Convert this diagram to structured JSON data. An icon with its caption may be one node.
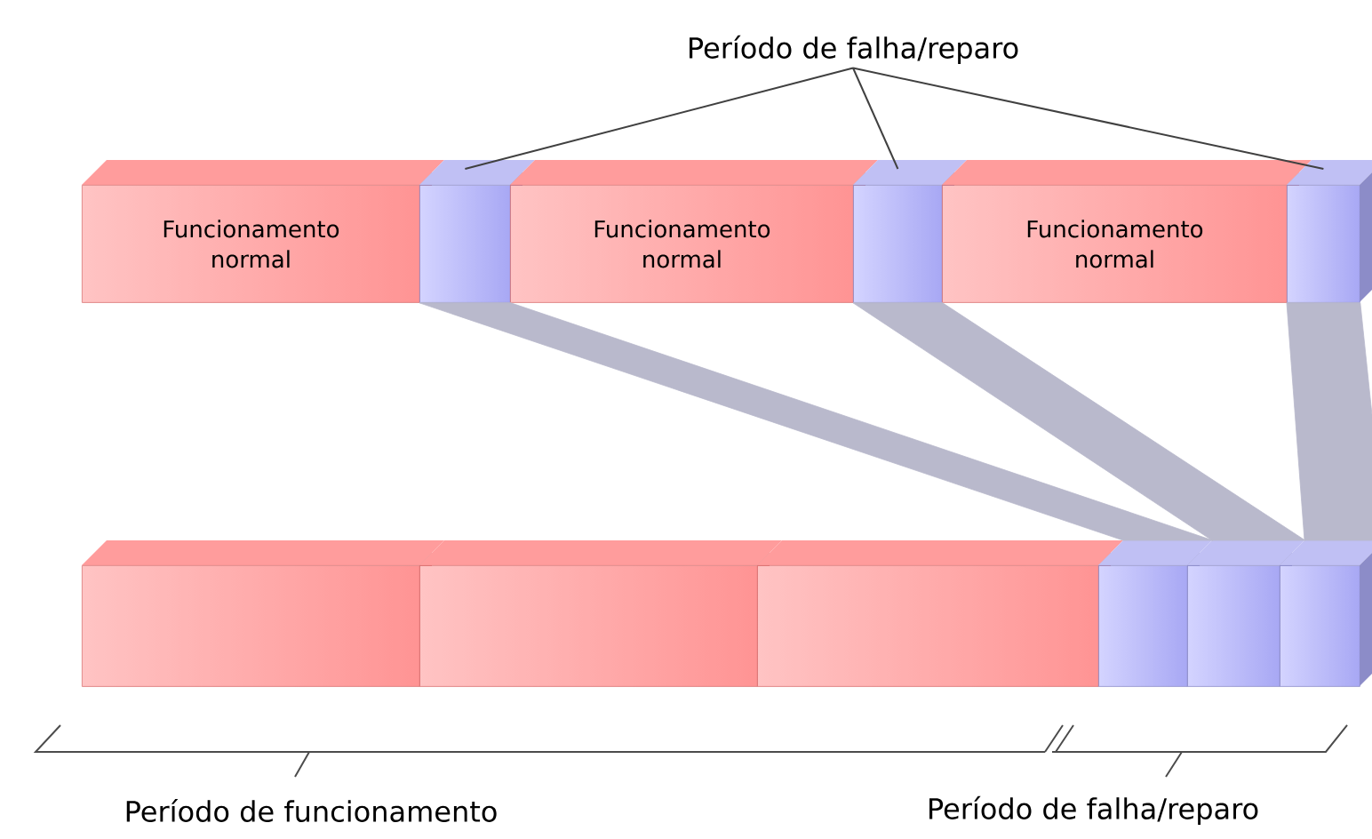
{
  "diagram": {
    "nodes": [
      {
        "text": [
          "Período de falha/reparo"
        ]
      },
      {
        "text": [
          "Funcionamento normal"
        ]
      },
      {
        "text": [],
        "shape": "box"
      },
      {
        "text": [
          "Funcionamento normal"
        ]
      },
      {
        "text": [],
        "shape": "box"
      },
      {
        "text": [
          "Funcionamento normal"
        ]
      },
      {
        "text": [],
        "shape": "box"
      },
      {
        "text": [],
        "shape": "box"
      },
      {
        "text": [],
        "shape": "box"
      },
      {
        "text": [],
        "shape": "box"
      },
      {
        "text": [],
        "shape": "box"
      },
      {
        "text": [],
        "shape": "box"
      },
      {
        "text": [],
        "shape": "box"
      }
    ],
    "edges": [
      {
        "from": 0,
        "to": 2,
        "arrow": "none"
      },
      {
        "from": 0,
        "to": 4,
        "arrow": "none"
      },
      {
        "from": 0,
        "to": 6,
        "arrow": "none"
      },
      {
        "from": 2,
        "to": 10,
        "arrow": "none",
        "style": "thick",
        "color": "#b9b9cc"
      },
      {
        "from": 4,
        "to": 11,
        "arrow": "none",
        "style": "thick",
        "color": "#b9b9cc"
      },
      {
        "from": 6,
        "to": 12,
        "arrow": "none",
        "style": "thick",
        "color": "#b9b9cc"
      }
    ],
    "labels": [
      "Período de funcionamento",
      "Período de falha/reparo"
    ]
  }
}
